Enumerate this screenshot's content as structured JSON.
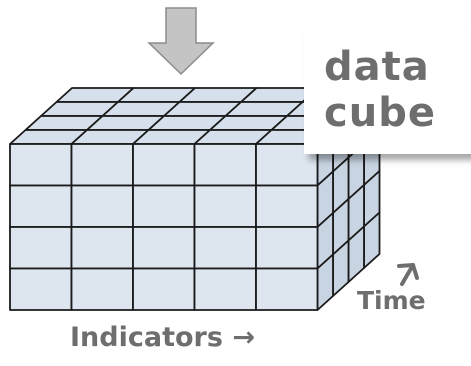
{
  "diagram": {
    "title_line1": "data",
    "title_line2": "cube",
    "axis_time": "Time",
    "axis_indicators": "Indicators",
    "arrow_glyph": "→",
    "colors": {
      "cell_front": "#dde5ef",
      "cell_top": "#d6e0ec",
      "cell_side": "#c9d4e2",
      "grid_line": "#1a1a1a",
      "arrow_fill": "#c4c4c4",
      "arrow_stroke": "#8c8c8c",
      "text": "#6e6e6e"
    },
    "grid": {
      "front_columns": 5,
      "front_rows": 4,
      "depth_layers": 4
    },
    "icons": [
      "down-arrow-icon",
      "time-arrow-icon",
      "indicators-arrow-icon"
    ]
  }
}
